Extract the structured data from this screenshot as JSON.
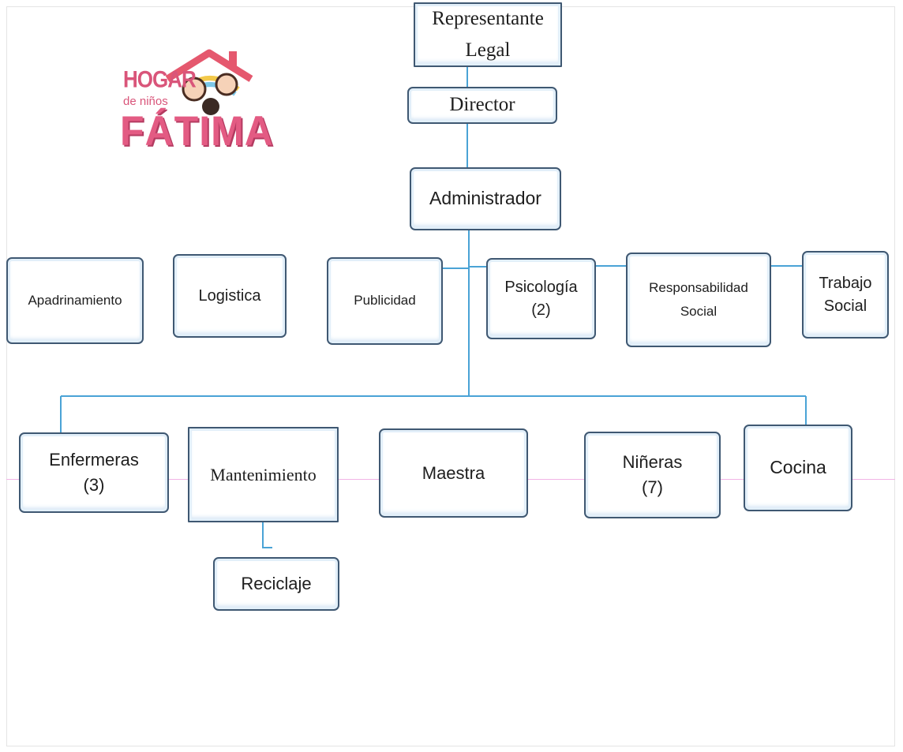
{
  "logo": {
    "line1": "HOGAR",
    "line2": "de niños",
    "line3": "FÁTIMA"
  },
  "nodes": {
    "representante": "Representante\nLegal",
    "director": "Director",
    "administrador": "Administrador",
    "apadrinamiento": "Apadrinamiento",
    "logistica": "Logistica",
    "publicidad": "Publicidad",
    "psicologia": "Psicología\n(2)",
    "responsabilidad": "Responsabilidad\nSocial",
    "trabajo": "Trabajo\nSocial",
    "enfermeras": "Enfermeras\n(3)",
    "mantenimiento": "Mantenimiento",
    "maestra": "Maestra",
    "nineras": "Niñeras\n(7)",
    "cocina": "Cocina",
    "reciclaje": "Reciclaje"
  },
  "colors": {
    "connector": "#4aa3d6",
    "box_border": "#3f5872",
    "box_glow": "#e2eff9",
    "logo_pink": "#e35b83",
    "logo_roof": "#e5586e"
  }
}
